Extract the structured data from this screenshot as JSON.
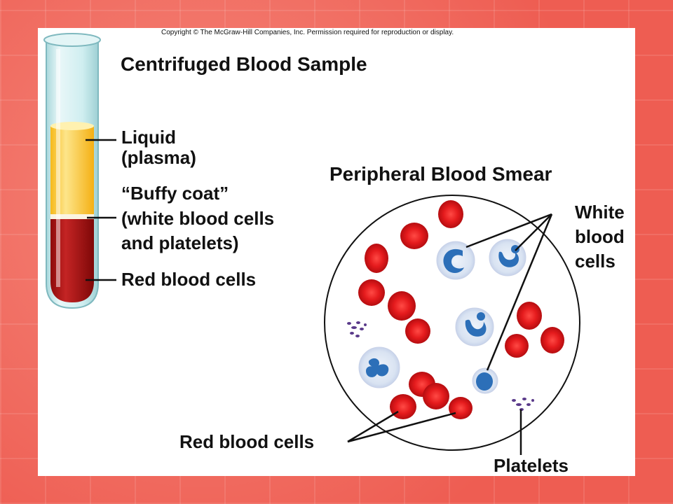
{
  "copyright": "Copyright © The McGraw-Hill Companies, Inc. Permission required for reproduction or display.",
  "tube": {
    "title": "Centrifuged Blood Sample",
    "labels": {
      "plasma_line1": "Liquid",
      "plasma_line2": "(plasma)",
      "buffy_line1": "“Buffy coat”",
      "buffy_line2": "(white blood cells",
      "buffy_line3": "and platelets)",
      "rbc": "Red blood cells"
    },
    "colors": {
      "plasma": "#f7c62a",
      "red_cells": "#a51212",
      "glass": "#bfe3e6"
    }
  },
  "smear": {
    "title": "Peripheral Blood Smear",
    "labels": {
      "wbc_line1": "White",
      "wbc_line2": "blood",
      "wbc_line3": "cells",
      "rbc": "Red blood cells",
      "platelets": "Platelets"
    },
    "colors": {
      "rbc": "#e0161a",
      "wbc_nucleus": "#2c6fb8",
      "platelet": "#5a3a8a"
    }
  }
}
